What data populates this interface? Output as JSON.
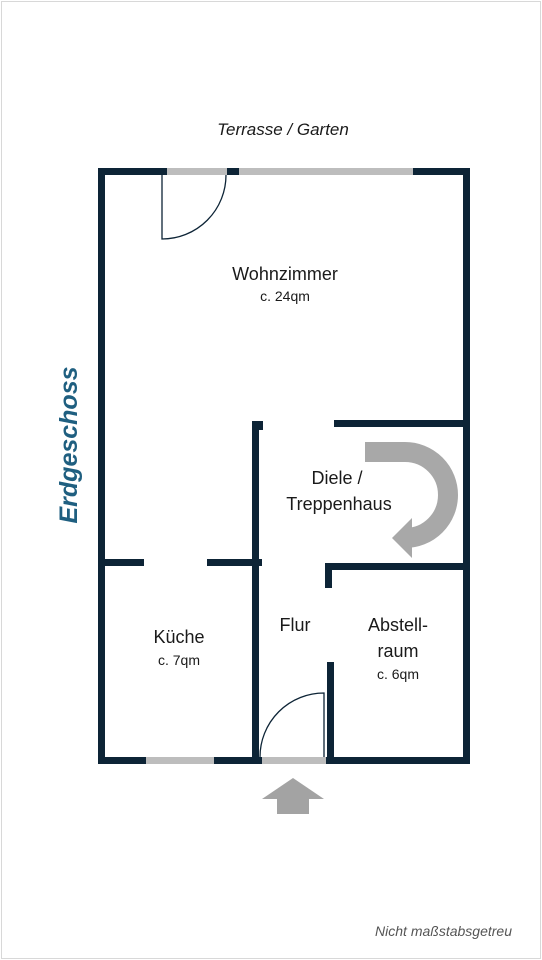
{
  "outside_label": "Terrasse / Garten",
  "floor_label": "Erdgeschoss",
  "scale_note": "Nicht maßstabsgetreu",
  "colors": {
    "wall": "#0d2436",
    "window": "#bdbdbd",
    "stairs_arrow": "#a8a8a8",
    "entry_arrow": "#a3a3a3",
    "floor_label": "#1f5f80"
  },
  "rooms": {
    "wohnzimmer": {
      "name": "Wohnzimmer",
      "area": "c. 24qm"
    },
    "diele": {
      "name_line1": "Diele /",
      "name_line2": "Treppenhaus"
    },
    "kueche": {
      "name": "Küche",
      "area": "c. 7qm"
    },
    "flur": {
      "name": "Flur"
    },
    "abstellraum": {
      "name_line1": "Abstell-",
      "name_line2": "raum",
      "area": "c. 6qm"
    }
  }
}
